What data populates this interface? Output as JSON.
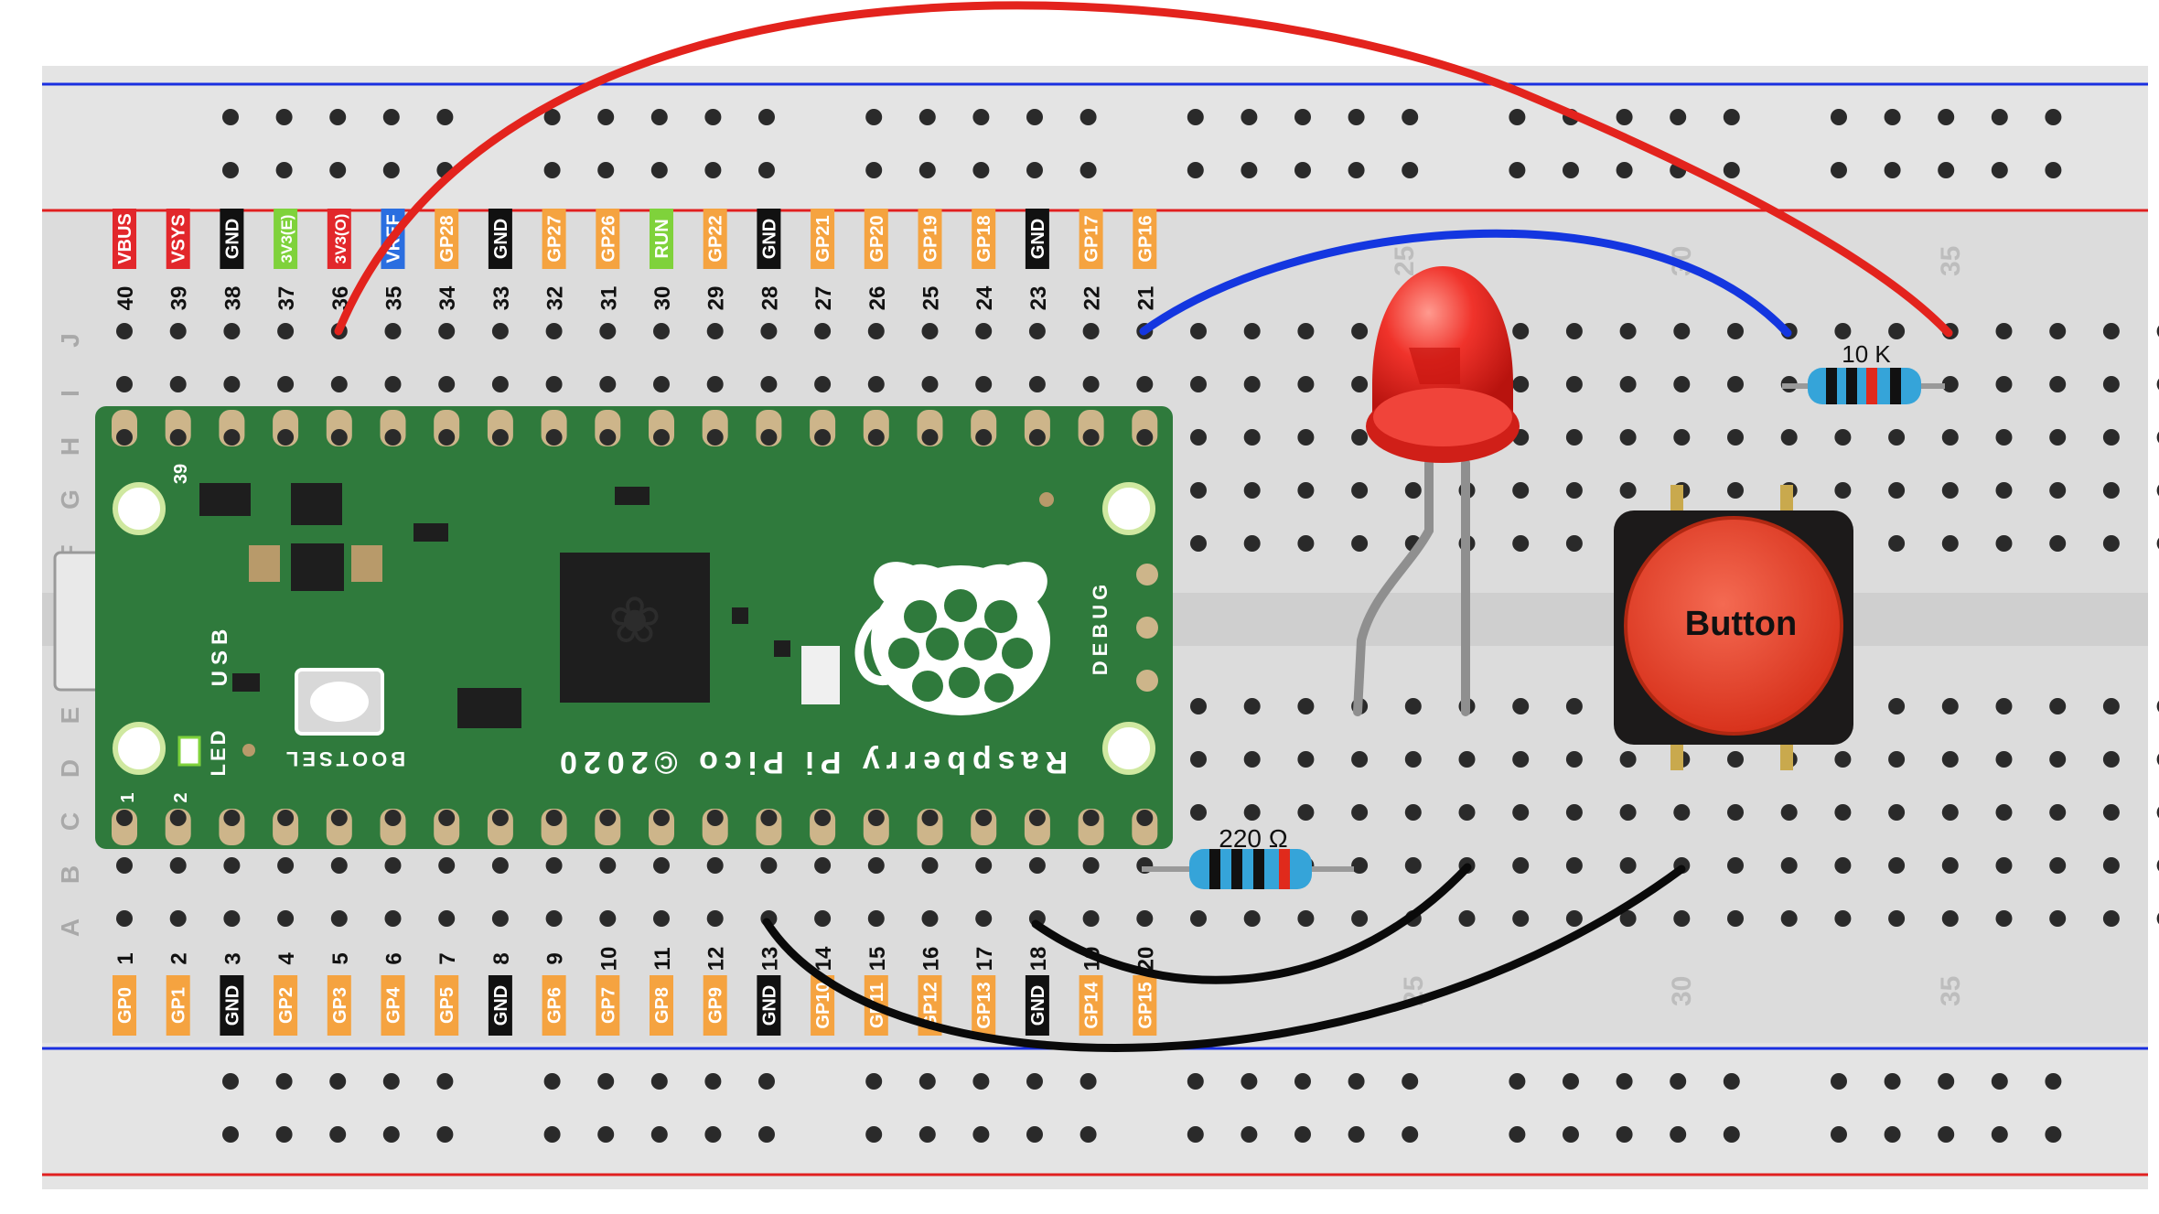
{
  "pins_top": [
    {
      "num": "40",
      "label": "VBUS",
      "type": "power"
    },
    {
      "num": "39",
      "label": "VSYS",
      "type": "power"
    },
    {
      "num": "38",
      "label": "GND",
      "type": "gnd"
    },
    {
      "num": "37",
      "label": "3V3(E)",
      "type": "ctrl"
    },
    {
      "num": "36",
      "label": "3V3(O)",
      "type": "power"
    },
    {
      "num": "35",
      "label": "VREF",
      "type": "adc"
    },
    {
      "num": "34",
      "label": "GP28",
      "type": "gpio"
    },
    {
      "num": "33",
      "label": "GND",
      "type": "gnd"
    },
    {
      "num": "32",
      "label": "GP27",
      "type": "gpio"
    },
    {
      "num": "31",
      "label": "GP26",
      "type": "gpio"
    },
    {
      "num": "30",
      "label": "RUN",
      "type": "ctrl"
    },
    {
      "num": "29",
      "label": "GP22",
      "type": "gpio"
    },
    {
      "num": "28",
      "label": "GND",
      "type": "gnd"
    },
    {
      "num": "27",
      "label": "GP21",
      "type": "gpio"
    },
    {
      "num": "26",
      "label": "GP20",
      "type": "gpio"
    },
    {
      "num": "25",
      "label": "GP19",
      "type": "gpio"
    },
    {
      "num": "24",
      "label": "GP18",
      "type": "gpio"
    },
    {
      "num": "23",
      "label": "GND",
      "type": "gnd"
    },
    {
      "num": "22",
      "label": "GP17",
      "type": "gpio"
    },
    {
      "num": "21",
      "label": "GP16",
      "type": "gpio"
    }
  ],
  "pins_bottom": [
    {
      "num": "1",
      "label": "GP0",
      "type": "gpio"
    },
    {
      "num": "2",
      "label": "GP1",
      "type": "gpio"
    },
    {
      "num": "3",
      "label": "GND",
      "type": "gnd"
    },
    {
      "num": "4",
      "label": "GP2",
      "type": "gpio"
    },
    {
      "num": "5",
      "label": "GP3",
      "type": "gpio"
    },
    {
      "num": "6",
      "label": "GP4",
      "type": "gpio"
    },
    {
      "num": "7",
      "label": "GP5",
      "type": "gpio"
    },
    {
      "num": "8",
      "label": "GND",
      "type": "gnd"
    },
    {
      "num": "9",
      "label": "GP6",
      "type": "gpio"
    },
    {
      "num": "10",
      "label": "GP7",
      "type": "gpio"
    },
    {
      "num": "11",
      "label": "GP8",
      "type": "gpio"
    },
    {
      "num": "12",
      "label": "GP9",
      "type": "gpio"
    },
    {
      "num": "13",
      "label": "GND",
      "type": "gnd"
    },
    {
      "num": "14",
      "label": "GP10",
      "type": "gpio"
    },
    {
      "num": "15",
      "label": "GP11",
      "type": "gpio"
    },
    {
      "num": "16",
      "label": "GP12",
      "type": "gpio"
    },
    {
      "num": "17",
      "label": "GP13",
      "type": "gpio"
    },
    {
      "num": "18",
      "label": "GND",
      "type": "gnd"
    },
    {
      "num": "19",
      "label": "GP14",
      "type": "gpio"
    },
    {
      "num": "20",
      "label": "GP15",
      "type": "gpio"
    }
  ],
  "row_letters": [
    "J",
    "I",
    "H",
    "G",
    "F",
    "E",
    "D",
    "C",
    "B",
    "A"
  ],
  "column_markers": [
    "25",
    "30",
    "35"
  ],
  "board": {
    "usb_label": "USB",
    "led_label": "LED",
    "bootsel_label": "BOOTSEL",
    "debug_label": "DEBUG",
    "brand_label": "Raspberry Pi Pico ©2020",
    "pin_1": "1",
    "pin_2": "2",
    "pin_39": "39"
  },
  "components": {
    "button_label": "Button",
    "resistor_10k_label": "10 K",
    "resistor_220_label": "220 Ω"
  },
  "colors": {
    "gpio": "#f5a340",
    "gnd": "#111111",
    "power": "#e2272b",
    "ctrl": "#7fd23b",
    "adc": "#2a6ee0",
    "wire_red": "#e3231d",
    "wire_blue": "#1436e0",
    "wire_black": "#0a0a0a",
    "pcb": "#2f7a3c"
  }
}
